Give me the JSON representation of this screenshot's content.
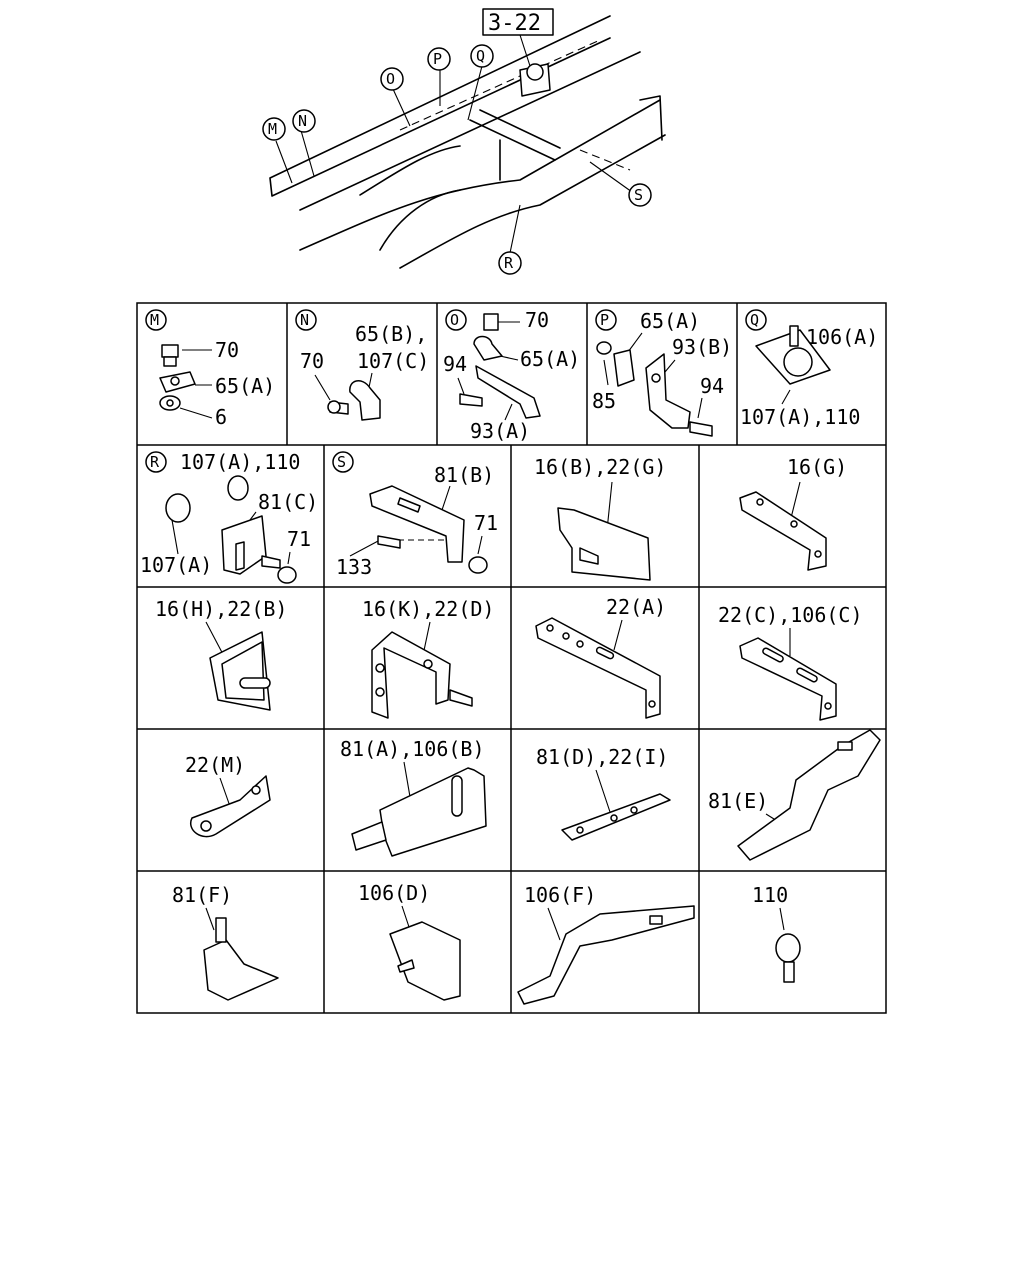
{
  "ref_box": "3-22",
  "frame_callouts": {
    "M": "M",
    "N": "N",
    "O": "O",
    "P": "P",
    "Q": "Q",
    "R": "R",
    "S": "S"
  },
  "cells": {
    "M": {
      "letter": "M",
      "labels": [
        "70",
        "65(A)",
        "6"
      ]
    },
    "N": {
      "letter": "N",
      "labels": [
        "65(B),",
        "107(C)",
        "70"
      ]
    },
    "O": {
      "letter": "O",
      "labels": [
        "70",
        "65(A)",
        "94",
        "93(A)"
      ]
    },
    "P": {
      "letter": "P",
      "labels": [
        "65(A)",
        "93(B)",
        "85",
        "94"
      ]
    },
    "Q": {
      "letter": "Q",
      "labels": [
        "106(A)",
        "107(A),110"
      ]
    },
    "R": {
      "letter": "R",
      "labels": [
        "107(A),110",
        "81(C)",
        "71",
        "107(A)"
      ]
    },
    "S": {
      "letter": "S",
      "labels": [
        "81(B)",
        "71",
        "133"
      ]
    }
  },
  "parts": [
    "16(B),22(G)",
    "16(G)",
    "16(H),22(B)",
    "16(K),22(D)",
    "22(A)",
    "22(C),106(C)",
    "22(M)",
    "81(A),106(B)",
    "81(D),22(I)",
    "81(E)",
    "81(F)",
    "106(D)",
    "106(F)",
    "110"
  ]
}
